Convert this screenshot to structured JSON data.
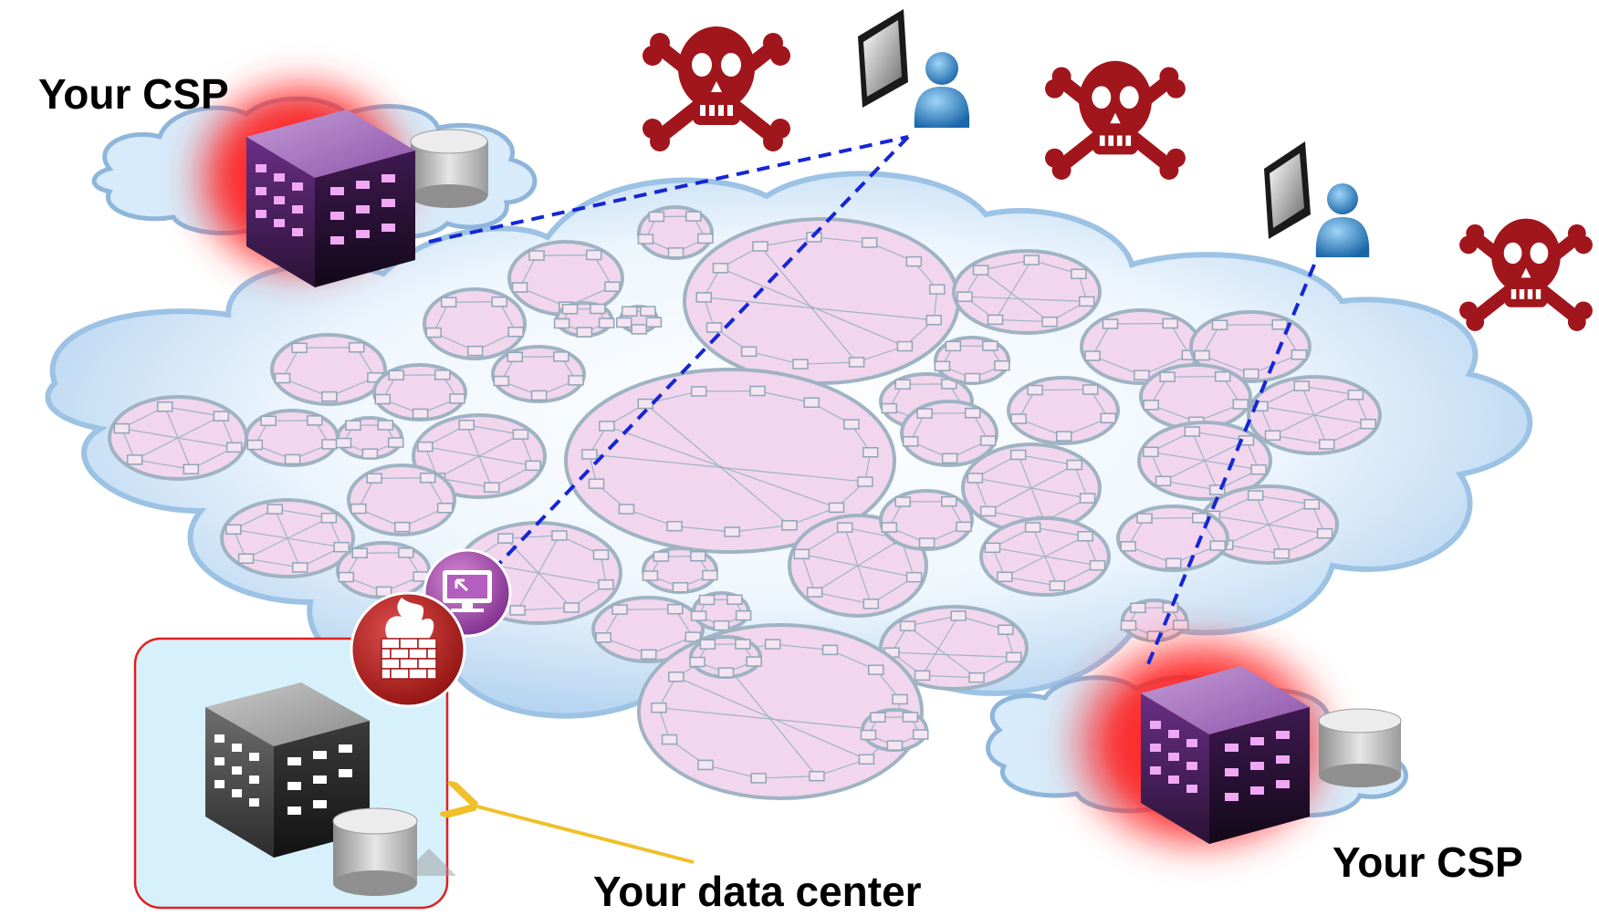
{
  "labels": {
    "csp_top_left": "Your CSP",
    "csp_bottom_right": "Your CSP",
    "data_center": "Your data center"
  },
  "icons": [
    "cloud-icon",
    "building-icon",
    "database-icon",
    "skull-crossbones-icon",
    "monitor-icon",
    "user-icon",
    "firewall-icon",
    "vpn-gateway-icon",
    "arrow-icon"
  ],
  "colors": {
    "threat_red": "#a0161c",
    "csp_glow": "#ff1a1a",
    "csp_building": "#7b3f95",
    "datacenter_building": "#4a4a4a",
    "datacenter_panel": "#d6f1fb",
    "datacenter_border": "#e02020",
    "cloud_fill": "#d8ecfb",
    "cloud_stroke": "#8fb6da",
    "subnet_fill": "#f1d6ee",
    "subnet_stroke": "#9fb3c2",
    "connection_line": "#1526d6",
    "arrow": "#f0c02a"
  }
}
